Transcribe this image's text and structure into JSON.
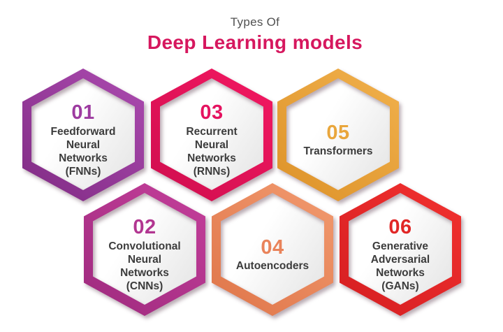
{
  "title": {
    "eyebrow": "Types Of",
    "main": "Deep Learning models",
    "eyebrow_color": "#515151",
    "main_color": "#d6175e"
  },
  "theme": {
    "background": "#ffffff",
    "label_color": "#3c3c3c",
    "inner_top": "#ffffff",
    "inner_bottom": "#e6e6e6"
  },
  "hexagons": [
    {
      "number": "01",
      "label": "Feedforward\nNeural\nNetworks\n(FNNs)",
      "band_dark": "#802b84",
      "band_light": "#a848ac",
      "number_color": "#9d3ba0"
    },
    {
      "number": "03",
      "label": "Recurrent\nNeural\nNetworks\n(RNNs)",
      "band_dark": "#cf0e4e",
      "band_light": "#f01760",
      "number_color": "#e51360"
    },
    {
      "number": "05",
      "label": "Transformers",
      "band_dark": "#dd9229",
      "band_light": "#efae49",
      "number_color": "#e9a63c"
    },
    {
      "number": "02",
      "label": "Convolutional\nNeural\nNetworks\n(CNNs)",
      "band_dark": "#9e2a7e",
      "band_light": "#c13d98",
      "number_color": "#b23691"
    },
    {
      "number": "04",
      "label": "Autoencoders",
      "band_dark": "#df7549",
      "band_light": "#f0976c",
      "number_color": "#e9835a"
    },
    {
      "number": "06",
      "label": "Generative\nAdversarial\nNetworks\n(GANs)",
      "band_dark": "#d51e21",
      "band_light": "#ef2f2e",
      "number_color": "#e12726"
    }
  ]
}
